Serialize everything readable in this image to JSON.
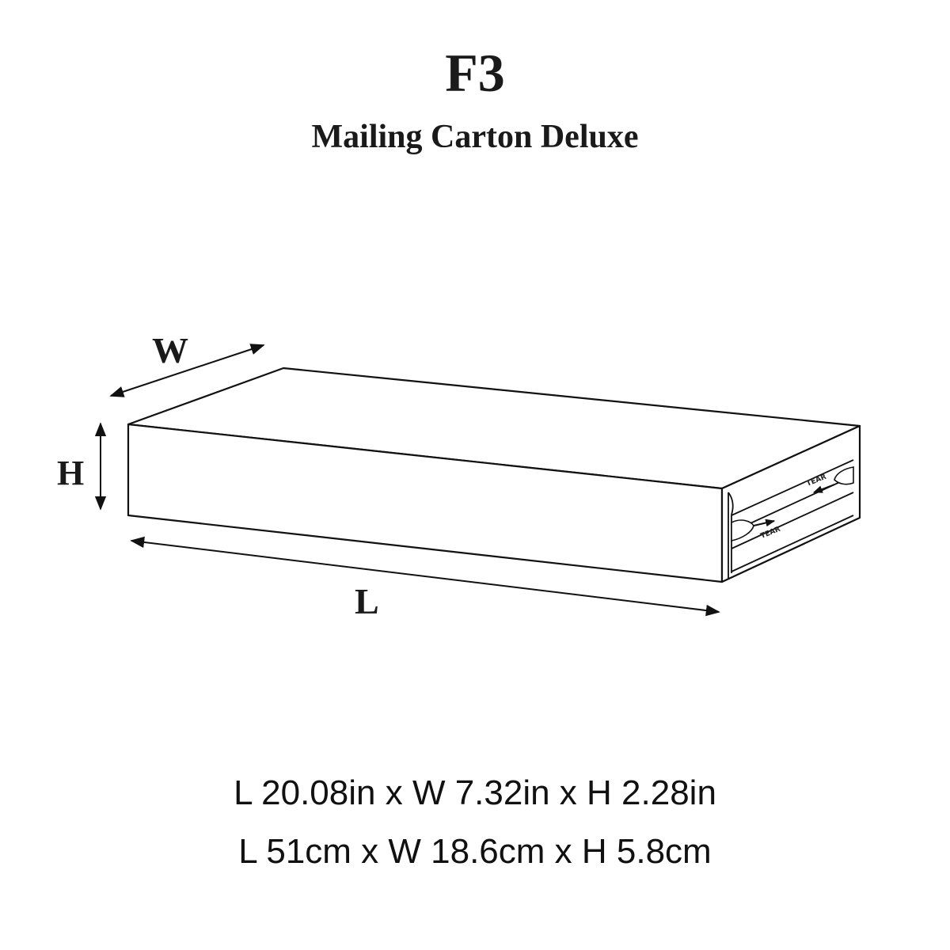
{
  "header": {
    "title": "F3",
    "subtitle": "Mailing Carton Deluxe"
  },
  "diagram": {
    "labels": {
      "width": "W",
      "height": "H",
      "length": "L"
    },
    "tear_label": "TEAR"
  },
  "dimensions": {
    "imperial": "L 20.08in x W 7.32in x H 2.28in",
    "metric": "L 51cm x W 18.6cm x H 5.8cm"
  }
}
